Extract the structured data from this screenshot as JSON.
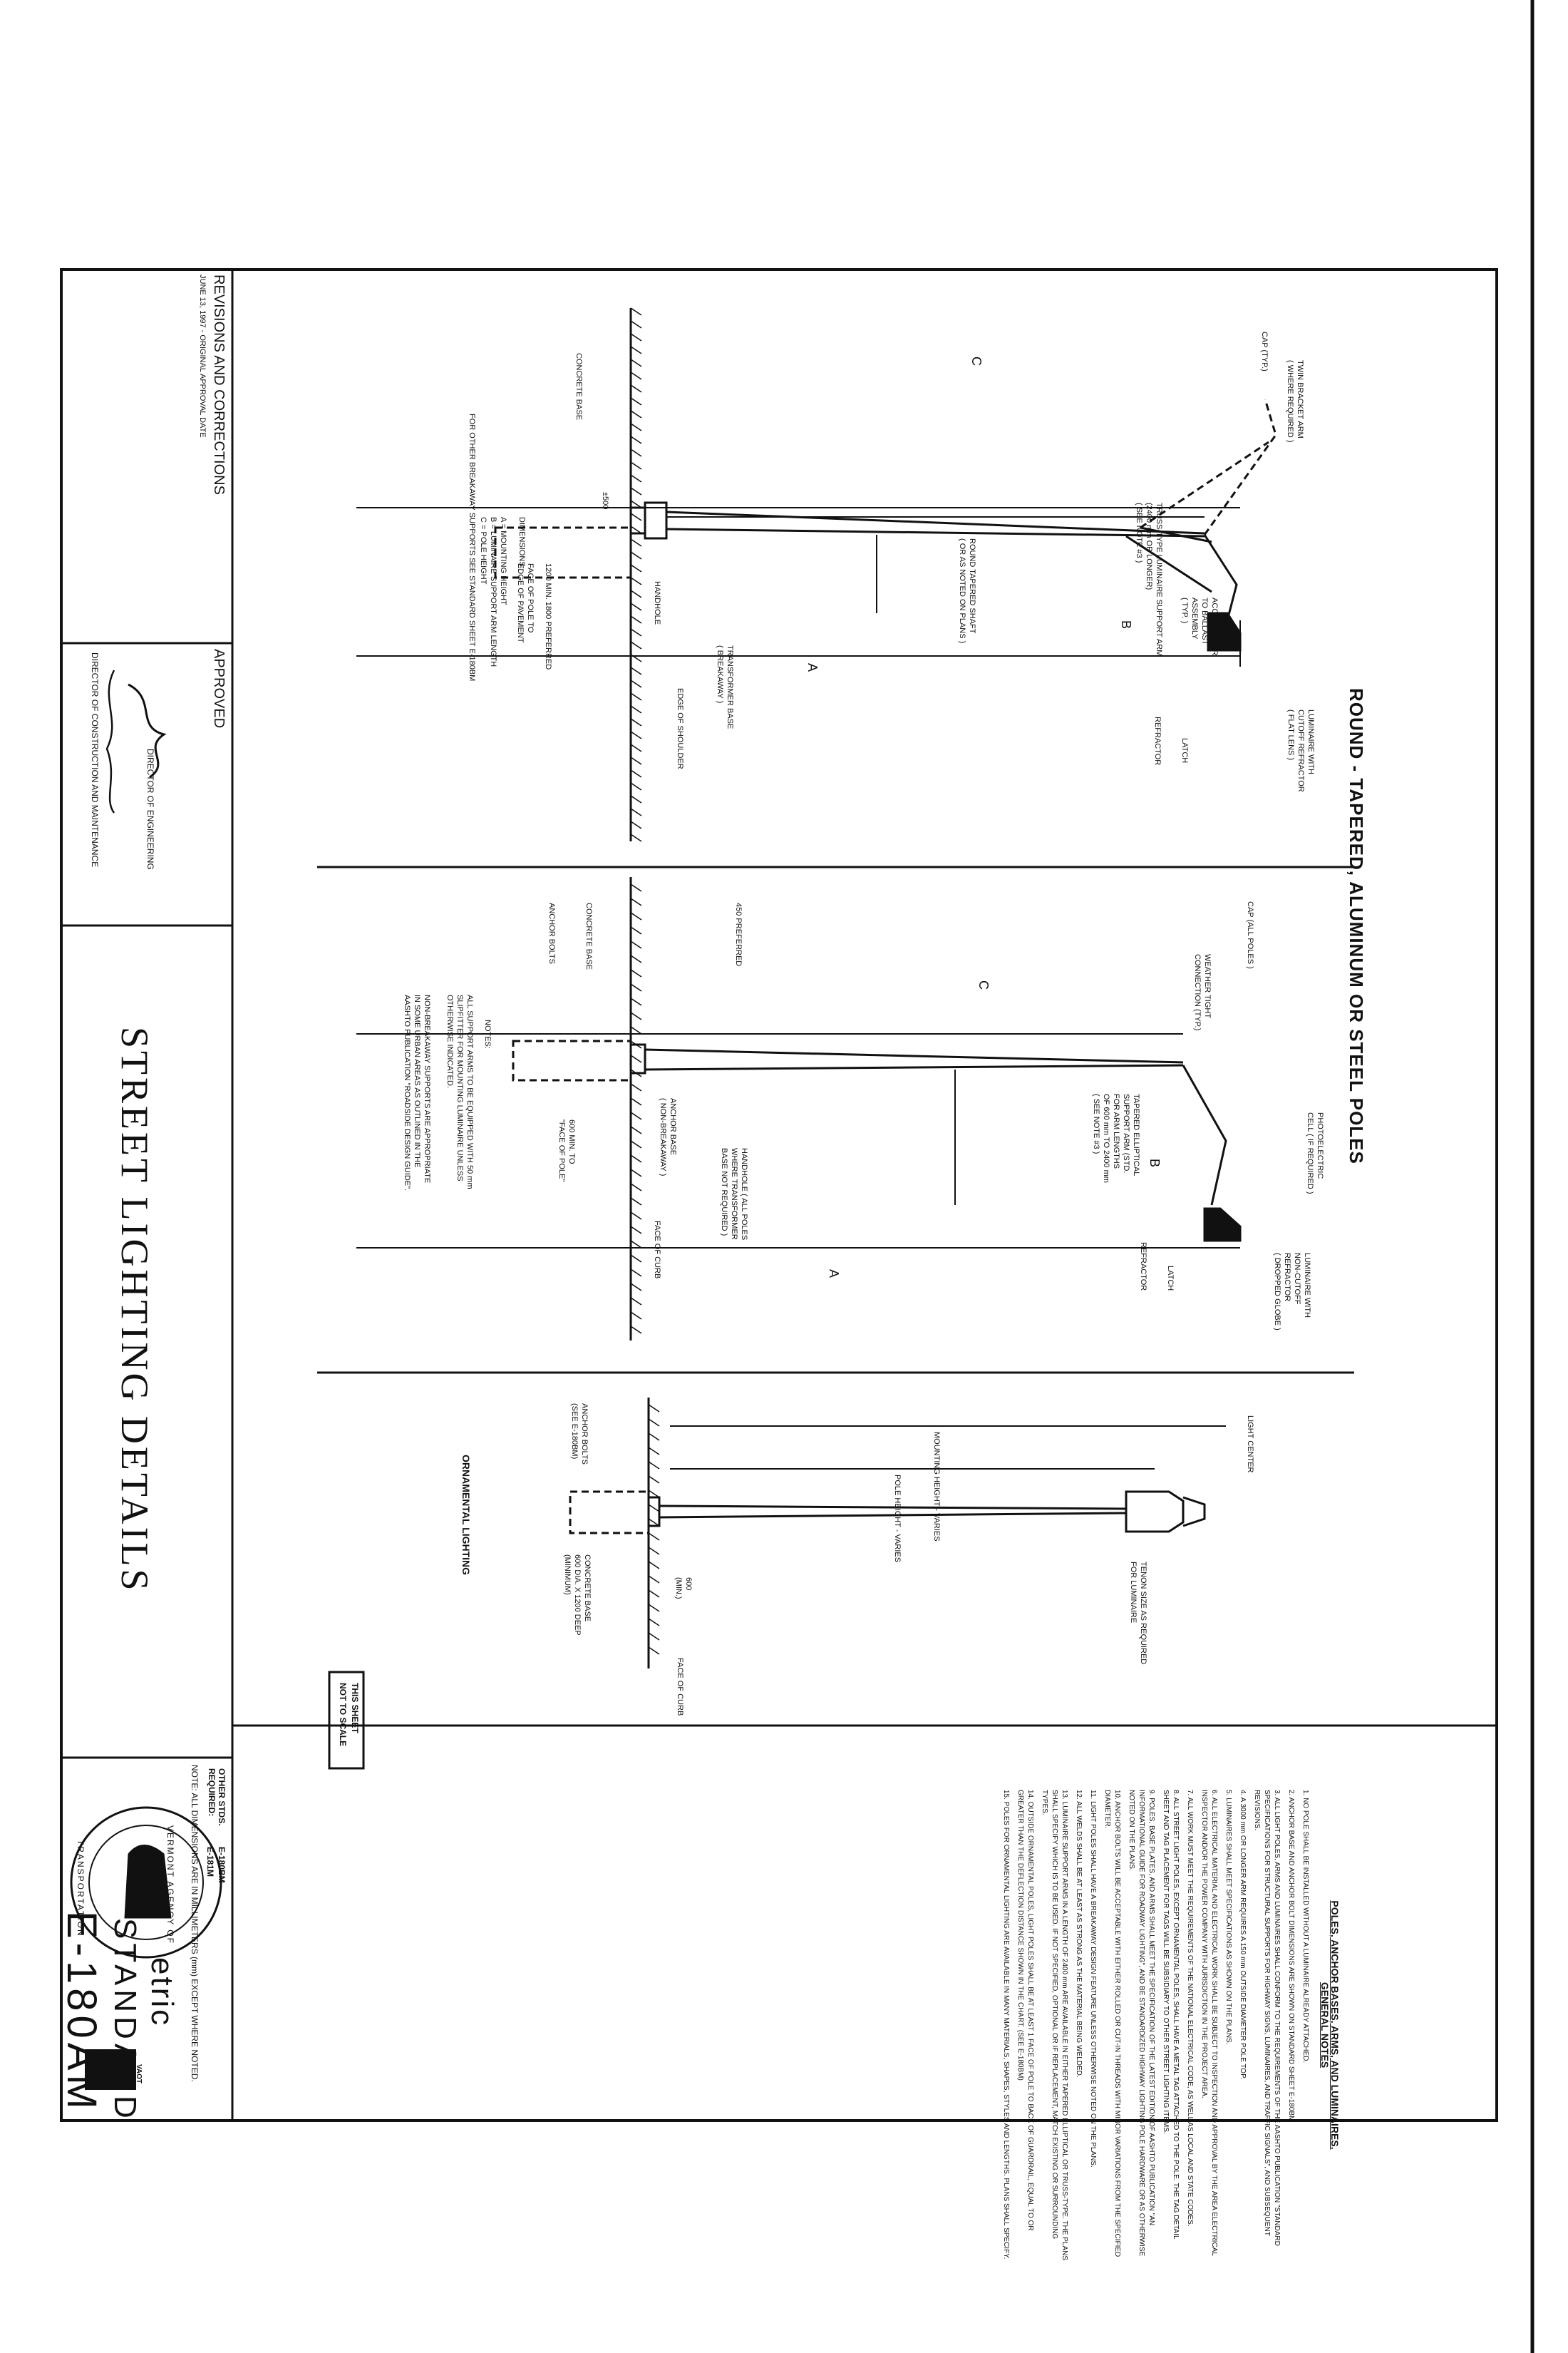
{
  "title": "ROUND - TAPERED, ALUMINUM OR STEEL POLES",
  "sheet_title": "STREET LIGHTING DETAILS",
  "standard": {
    "label": "STANDARD",
    "number": "E-180AM",
    "metric_word": "etric",
    "logo_tag": "VAOT"
  },
  "seal": {
    "top": "VERMONT AGENCY OF",
    "bottom": "TRANSPORTATION"
  },
  "scale_note": [
    "THIS SHEET",
    "NOT TO SCALE"
  ],
  "revisions": {
    "header": "REVISIONS AND CORRECTIONS",
    "entry": "JUNE 13, 1997 - ORIGINAL APPROVAL DATE"
  },
  "approved": {
    "header": "APPROVED",
    "engineering": "DIRECTOR OF ENGINEERING",
    "construction": "DIRECTOR OF CONSTRUCTION AND MAINTENANCE"
  },
  "other_stds": {
    "label": "OTHER STDS. REQUIRED:",
    "items": [
      "E-180BM",
      "E-181M"
    ]
  },
  "units_note": "NOTE: ALL DIMENSIONS ARE IN MILLIMETERS (mm) EXCEPT WHERE NOTED.",
  "detail1": {
    "labels": {
      "bracket": [
        "TWIN BRACKET ARM",
        "( WHERE REQUIRED )"
      ],
      "cap": "CAP (TYP.)",
      "access": [
        "ACCESS DOOR",
        "TO BALLAST",
        "ASSEMBLY",
        "( TYP. )"
      ],
      "truss": [
        "TRUSS-TYPE LUMINAIRE SUPPORT ARM",
        "(2400 mm OR LONGER)",
        "( SEE NOTE #3 )"
      ],
      "luminaire": [
        "LUMINAIRE WITH",
        "CUTOFF REFRACTOR",
        "( FLAT LENS )"
      ],
      "latch": "LATCH",
      "refractor": "REFRACTOR",
      "shaft": [
        "ROUND TAPERED SHAFT",
        "( OR AS NOTED ON PLANS )"
      ],
      "transformer": [
        "TRANSFORMER BASE",
        "( BREAKAWAY )"
      ],
      "shoulder": "EDGE OF SHOULDER",
      "handhole": "HANDHOLE",
      "concrete": "CONCRETE BASE",
      "offset": "1200 MIN. 1800 PREFERRED",
      "face": [
        "FACE OF POLE TO",
        "EDGE OF PAVEMENT"
      ],
      "depth": "±500",
      "dim_A": "A",
      "dim_B": "B",
      "dim_C": "C"
    },
    "dimensions": {
      "heading": "DIMENSIONS:",
      "lines": [
        "A = MOUNTING HEIGHT",
        "B = LUMINAIRE SUPPORT ARM LENGTH",
        "C = POLE HEIGHT"
      ]
    },
    "breakaway_note": "FOR OTHER BREAKAWAY SUPPORTS SEE STANDARD SHEET E-180BM"
  },
  "detail2": {
    "labels": {
      "cap": "CAP (ALL POLES )",
      "weather": [
        "WEATHER TIGHT",
        "CONNECTION (TYP.)"
      ],
      "photo": [
        "PHOTOELECTRIC",
        "CELL ( IF REQUIRED )"
      ],
      "luminaire": [
        "LUMINAIRE WITH",
        "NON-CUTOFF",
        "REFRACTOR",
        "( DROPPED GLOBE )"
      ],
      "latch": "LATCH",
      "refractor": "REFRACTOR",
      "arm": [
        "TAPERED ELLIPTICAL",
        "SUPPORT ARM (STD.",
        "FOR ARM LENGTHS",
        "OF 600 mm TO 2400 mm",
        "( SEE NOTE #3 )"
      ],
      "handhole": [
        "HANDHOLE ( ALL POLES",
        "WHERE TRANSFORMER",
        "BASE NOT REQUIRED )"
      ],
      "anchor_base": [
        "ANCHOR BASE",
        "( NON-BREAKAWAY )"
      ],
      "curb": "FACE OF CURB",
      "pref": "450 PREFERRED",
      "concrete": "CONCRETE BASE",
      "bolts": "ANCHOR BOLTS",
      "offset": [
        "600 MIN. TO",
        "\"FACE OF POLE\""
      ],
      "dim_A": "A",
      "dim_B": "B",
      "dim_C": "C"
    },
    "notes": {
      "heading": "NOTES:",
      "lines": [
        "ALL SUPPORT ARMS TO BE EQUIPPED WITH 50 mm",
        "SLIPFITTER FOR MOUNTING LUMINAIRE UNLESS",
        "OTHERWISE INDICATED.",
        "",
        "NON-BREAKAWAY SUPPORTS ARE APPROPRIATE",
        "IN SOME URBAN AREAS AS OUTLINED IN THE",
        "AASHTO PUBLICATION \"ROADSIDE DESIGN GUIDE\"."
      ]
    }
  },
  "detail3": {
    "title": "ORNAMENTAL LIGHTING",
    "labels": {
      "light_center": "LIGHT CENTER",
      "mounting": "MOUNTING HEIGHT - VARIES",
      "pole_height": "POLE HEIGHT - VARIES",
      "tenon": [
        "TENON SIZE AS REQUIRED",
        "FOR LUMINAIRE"
      ],
      "bolts": [
        "ANCHOR BOLTS",
        "(SEE E-180BM)"
      ],
      "base": [
        "CONCRETE BASE",
        "600 DIA. X 1200 DEEP",
        "(MINIMUM)"
      ],
      "curb": "FACE OF CURB",
      "min": [
        "600",
        "(MIN.)"
      ]
    }
  },
  "general_notes": {
    "heading": [
      "POLES, ANCHOR BASES, ARMS, AND LUMINAIRES.",
      "GENERAL NOTES"
    ],
    "items": [
      "1. NO POLE SHALL BE INSTALLED WITHOUT A LUMINAIRE ALREADY ATTACHED.",
      "2. ANCHOR BASE AND ANCHOR BOLT DIMENSIONS ARE SHOWN ON STANDARD SHEET E-180BM",
      "3. ALL LIGHT POLES, ARMS AND LUMINAIRES SHALL CONFORM TO THE REQUIREMENTS OF THE AASHTO PUBLICATION \"STANDARD SPECIFICATIONS FOR STRUCTURAL SUPPORTS FOR HIGHWAY SIGNS, LUMINAIRES, AND TRAFFIC SIGNALS\", AND SUBSEQUENT REVISIONS.",
      "4. A 3000 mm OR LONGER ARM REQUIRES A 150 mm OUTSIDE DIAMETER POLE TOP.",
      "5. LUMINAIRES SHALL MEET SPECIFICATIONS AS SHOWN ON THE PLANS.",
      "6. ALL ELECTRICAL MATERIAL AND ELECTRICAL WORK SHALL BE SUBJECT TO INSPECTION AND APPROVAL BY THE AREA ELECTRICAL INSPECTOR AND/OR THE POWER COMPANY WITH JURISDICTION IN THE PROJECT AREA.",
      "7. ALL WORK MUST MEET THE REQUIREMENTS OF THE NATIONAL ELECTRICAL CODE, AS WELL AS LOCAL AND STATE CODES.",
      "8. ALL STREET LIGHT POLES, EXCEPT ORNAMENTAL POLES, SHALL HAVE A METAL TAG ATTACHED TO THE POLE. THE TAG DETAIL SHEET AND TAG PLACEMENT FOR TAGS WILL BE SUBSIDIARY TO OTHER STREET LIGHTING ITEMS.",
      "9. POLES, BASE PLATES, AND ARMS SHALL MEET THE SPECIFICATION OF THE LATEST EDITION OF AASHTO PUBLICATION \"AN INFORMATIONAL GUIDE FOR ROADWAY LIGHTING\", AND BE STANDARDIZED HIGHWAY LIGHTING POLE HARDWARE OR AS OTHERWISE NOTED ON THE PLANS.",
      "10. ANCHOR BOLTS WILL BE ACCEPTABLE WITH EITHER ROLLED OR CUT-IN THREADS WITH MINOR VARIATIONS FROM THE SPECIFIED DIAMETER.",
      "11. LIGHT POLES SHALL HAVE A BREAKAWAY DESIGN FEATURE UNLESS OTHERWISE NOTED ON THE PLANS.",
      "12. ALL WELDS SHALL BE AT LEAST AS STRONG AS THE MATERIAL BEING WELDED.",
      "13. LUMINAIRE SUPPORT ARMS IN A LENGTH OF 2400 mm ARE AVAILABLE IN EITHER TAPERED ELLIPTICAL OR TRUSS-TYPE. THE PLANS SHALL SPECIFY WHICH IS TO BE USED. IF NOT SPECIFIED, OPTIONAL OR IF REPLACEMENT, MATCH EXISTING OR SURROUNDING TYPES.",
      "14. OUTSIDE ORNAMENTAL POLES, LIGHT POLES SHALL BE AT LEAST 1 FACE OF POLE TO BACK OF GUARDRAIL, EQUAL TO OR GREATER THAN THE DEFLECTION DISTANCE SHOWN IN THE CHART. (SEE E-180BM)",
      "15. POLES FOR ORNAMENTAL LIGHTING ARE AVAILABLE IN MANY MATERIALS, SHAPES, STYLES AND LENGTHS. PLANS SHALL SPECIFY."
    ]
  }
}
